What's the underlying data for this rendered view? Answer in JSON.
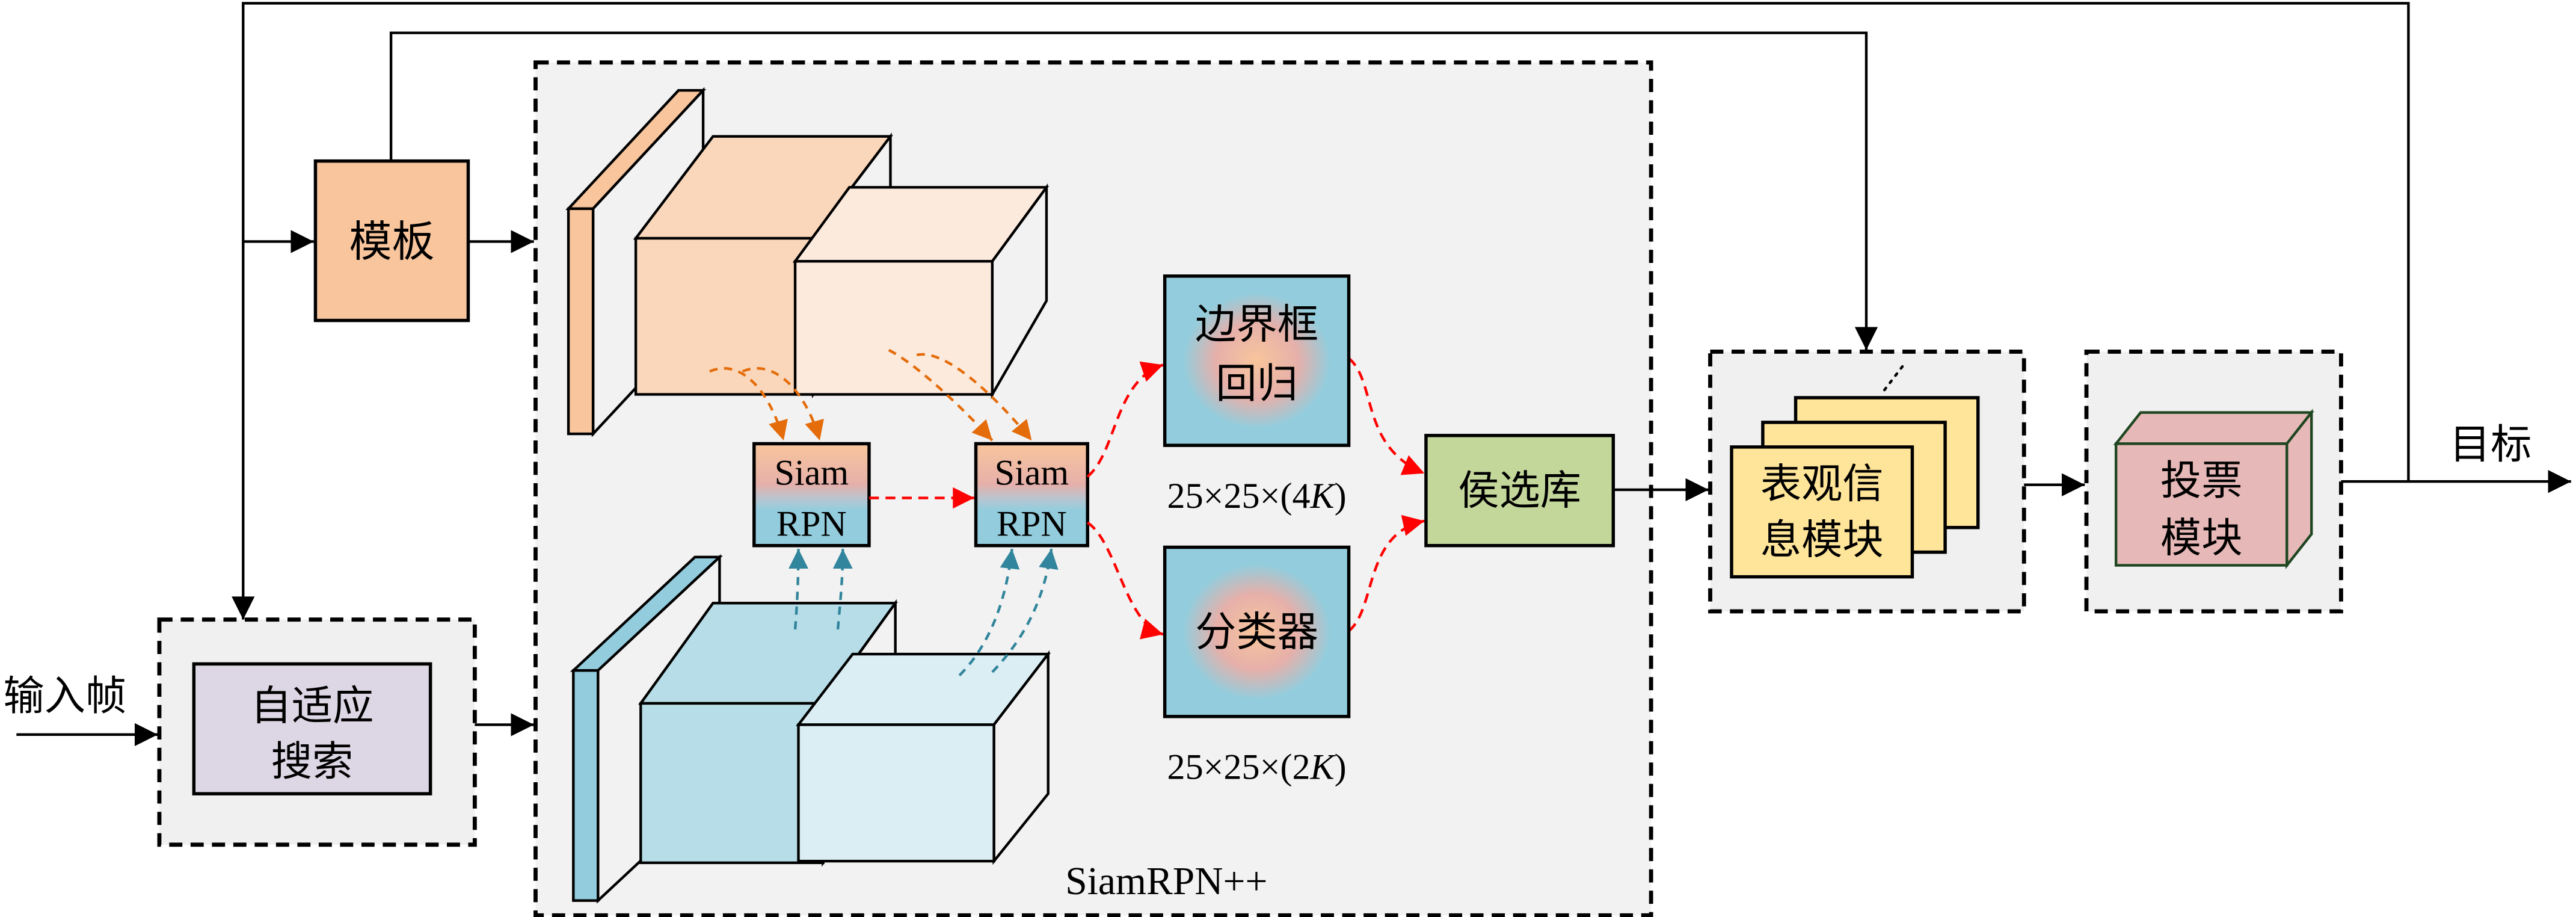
{
  "title": "SiamRPN++ based tracking framework with adaptive search, appearance module and voting",
  "colors": {
    "template": "#F8C59C",
    "search": "#DDD6E4",
    "group_bg": "#F2F2F2",
    "cube_orange_dark": "#F8C59C",
    "cube_orange_mid": "#FAD7BA",
    "cube_orange_light": "#FCEADD",
    "cube_blue_dark": "#93CDDD",
    "cube_blue_mid": "#B7DEE8",
    "cube_blue_light": "#DBEEF4",
    "head_blue": "#92CDDC",
    "head_center": "#F8C59C",
    "candidate": "#C4D79B",
    "appearance": "#FFE599",
    "vote": "#E6B8B7",
    "vote_stroke": "#1E4620",
    "orange_arrow": "#E46C0A",
    "teal_arrow": "#31859C",
    "red_arrow": "#FF0000"
  },
  "nodes": {
    "input_frame": "输入帧",
    "template": "模板",
    "adaptive_search_line1": "自适应",
    "adaptive_search_line2": "搜索",
    "siamrpn_label": "SiamRPN++",
    "siam_rpn_1_top": "Siam",
    "siam_rpn_1_bottom": "RPN",
    "siam_rpn_2_top": "Siam",
    "siam_rpn_2_bottom": "RPN",
    "bbox_reg_line1": "边界框",
    "bbox_reg_line2": "回归",
    "bbox_dim_prefix": "25×25×(4",
    "bbox_dim_k": "K",
    "bbox_dim_suffix": ")",
    "classifier": "分类器",
    "cls_dim_prefix": "25×25×(2",
    "cls_dim_k": "K",
    "cls_dim_suffix": ")",
    "candidate_pool": "侯选库",
    "appearance_line1": "表观信",
    "appearance_line2": "息模块",
    "vote_line1": "投票",
    "vote_line2": "模块",
    "target": "目标"
  }
}
